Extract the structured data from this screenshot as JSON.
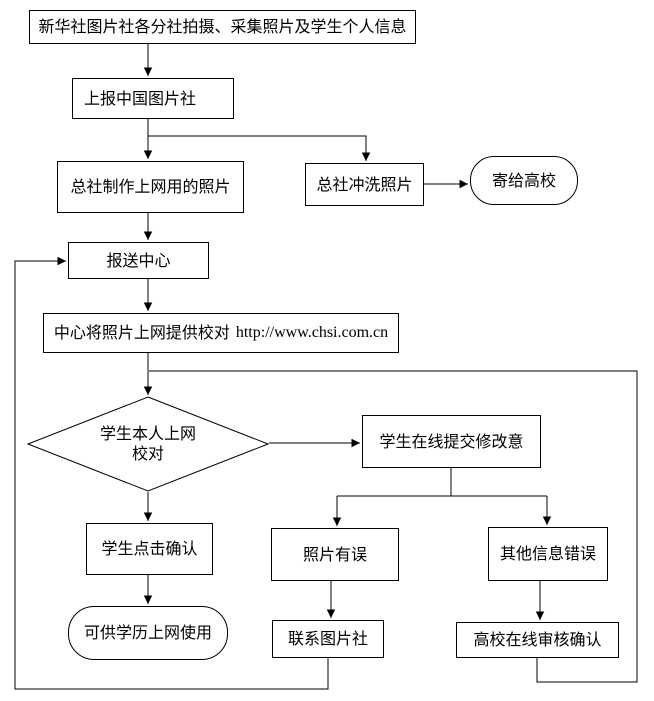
{
  "diagram": {
    "nodes": {
      "capture": "新华社图片社各分社拍摄、采集照片及学生个人信息",
      "report": "上报中国图片社",
      "make_photos": "总社制作上网用的照片",
      "develop_photos": "总社冲洗照片",
      "send_to_universities": "寄给高校",
      "submit_center": "报送中心",
      "online_proof_label": "中心将照片上网提供校对",
      "online_proof_url": "http://www.chsi.com.cn",
      "decision_line1": "学生本人上网",
      "decision_line2": "校对",
      "submit_changes": "学生在线提交修改意",
      "student_confirm": "学生点击确认",
      "photo_error": "照片有误",
      "other_error": "其他信息错误",
      "usable_online": "可供学历上网使用",
      "contact_agency": "联系图片社",
      "university_review": "高校在线审核确认"
    },
    "colors": {
      "line": "#000000",
      "border": "#000000",
      "background": "#ffffff",
      "text": "#000000"
    }
  }
}
